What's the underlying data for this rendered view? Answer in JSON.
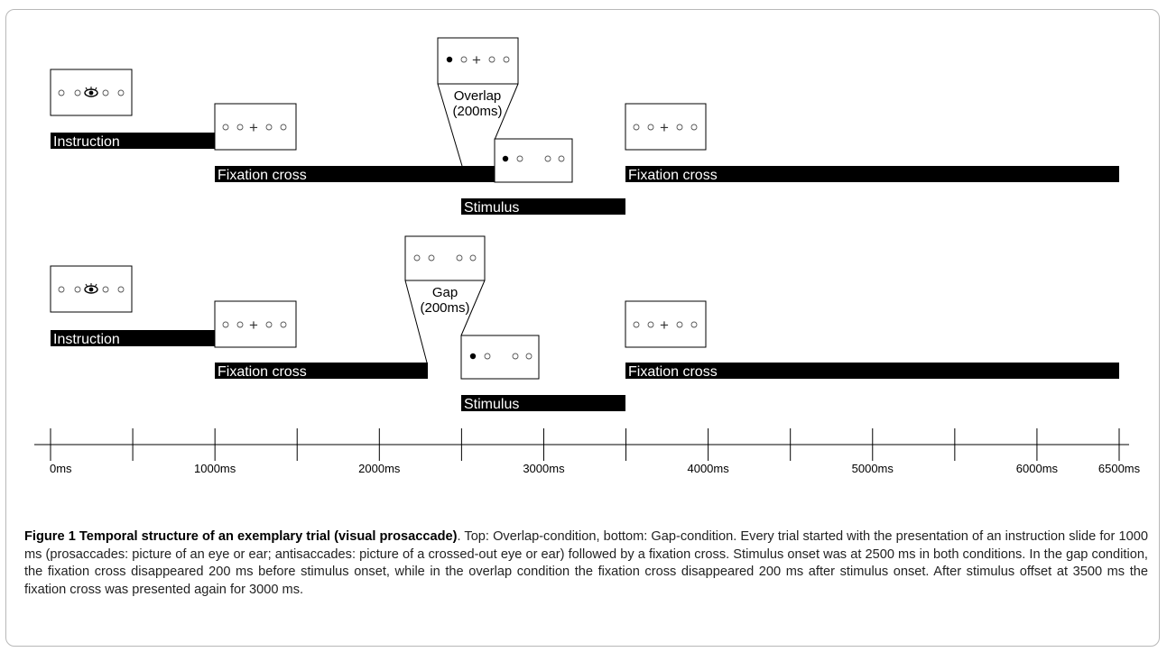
{
  "labels": {
    "instruction": "Instruction",
    "fixation_cross": "Fixation cross",
    "stimulus": "Stimulus",
    "overlap": "Overlap",
    "overlap_duration": "(200ms)",
    "gap": "Gap",
    "gap_duration": "(200ms)"
  },
  "axis": {
    "ticks_ms": [
      0,
      500,
      1000,
      1500,
      2000,
      2500,
      3000,
      3500,
      4000,
      4500,
      5000,
      5500,
      6000,
      6500
    ],
    "labels": [
      {
        "ms": 0,
        "text": "0ms"
      },
      {
        "ms": 1000,
        "text": "1000ms"
      },
      {
        "ms": 2000,
        "text": "2000ms"
      },
      {
        "ms": 3000,
        "text": "3000ms"
      },
      {
        "ms": 4000,
        "text": "4000ms"
      },
      {
        "ms": 5000,
        "text": "5000ms"
      },
      {
        "ms": 6000,
        "text": "6000ms"
      },
      {
        "ms": 6500,
        "text": "6500ms"
      }
    ]
  },
  "caption": {
    "title": "Figure 1 Temporal structure of an exemplary trial (visual prosaccade)",
    "body": ". Top: Overlap-condition, bottom: Gap-condition. Every trial started with the presentation of an instruction slide for 1000 ms (prosaccades: picture of an eye or ear; antisaccades: picture of a crossed-out eye or ear) followed by a fixation cross. Stimulus onset was at 2500 ms in both conditions. In the gap condition, the fixation cross disappeared 200 ms before stimulus onset, while in the overlap condition the fixation cross disappeared 200 ms after stimulus onset. After stimulus offset at 3500 ms the fixation cross was presented again for 3000 ms."
  }
}
